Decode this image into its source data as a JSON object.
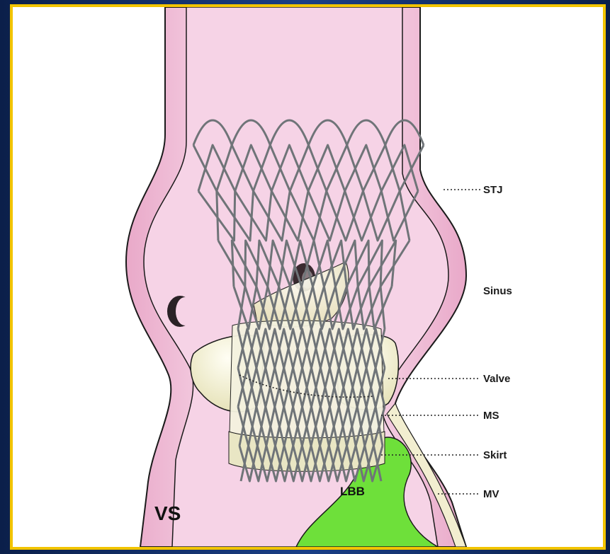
{
  "diagram": {
    "labels": {
      "stj": "STJ",
      "sinus": "Sinus",
      "valve": "Valve",
      "ms": "MS",
      "skirt": "Skirt",
      "mv": "MV",
      "vs": "VS",
      "lbb": "LBB"
    },
    "colors": {
      "frame_border": "#f2c400",
      "background": "#0b1f4a",
      "aortic_wall": "#f2c6de",
      "lumen": "#f6d3e6",
      "leaflet": "#f2eed0",
      "stent": "#8a9094",
      "lbb": "#6ee03a",
      "membranous_septum": "#bcd6e6"
    }
  }
}
